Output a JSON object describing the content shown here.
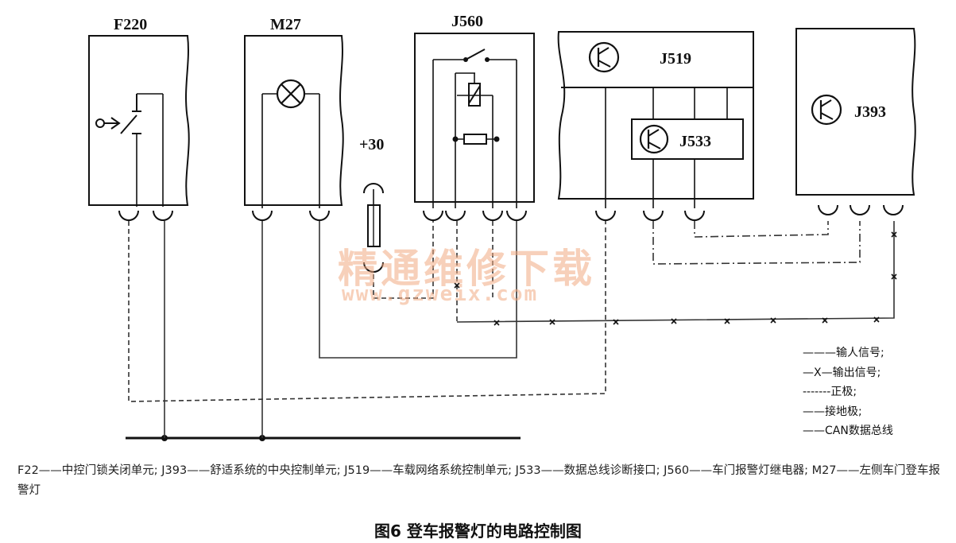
{
  "components": {
    "f220": "F220",
    "m27": "M27",
    "j560": "J560",
    "j519": "J519",
    "j393": "J393",
    "j533": "J533",
    "plus30": "+30"
  },
  "legend": [
    "———输人信号;",
    "—X—输出信号;",
    "-------正极;",
    "——接地极;",
    "——CAN数据总线"
  ],
  "caption": "F22——中控门锁关闭单元; J393——舒适系统的中央控制单元; J519——车载网络系统控制单元; J533——数据总线诊断接口; J560——车门报警灯继电器; M27——左侧车门登车报警灯",
  "title": "图6 登车报警灯的电路控制图",
  "watermark": {
    "cn": "精通维修下载",
    "url": "www.gzweix.com"
  }
}
